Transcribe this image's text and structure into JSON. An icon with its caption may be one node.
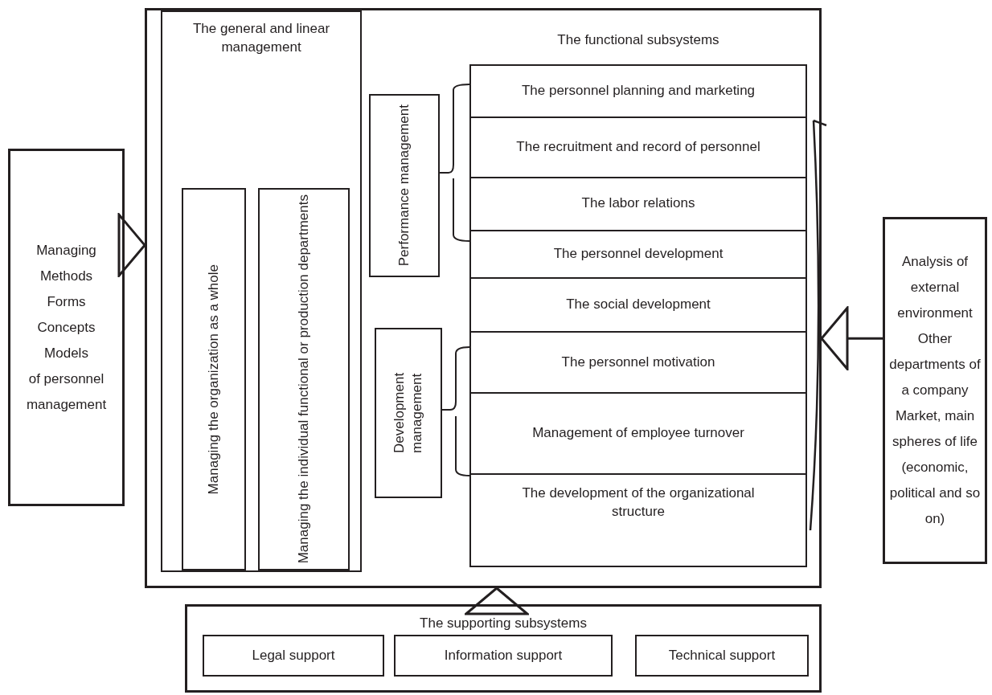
{
  "diagram": {
    "nodes": [
      {
        "text": [],
        "shape": "box"
      },
      {
        "text": [
          "The general and linear management"
        ],
        "in": 0
      },
      {
        "text": [
          "Managing the organization as a whole"
        ],
        "in": 1
      },
      {
        "text": [
          "Managing the individual functional or production departments"
        ],
        "in": 1
      },
      {
        "text": [
          "The functional subsystems"
        ],
        "in": 0
      },
      {
        "text": [
          "The personnel planning and marketing"
        ],
        "in": 4
      },
      {
        "text": [
          "The recruitment and record of personnel"
        ],
        "in": 4
      },
      {
        "text": [
          "The labor relations"
        ],
        "in": 4
      },
      {
        "text": [
          "The personnel development"
        ],
        "in": 4
      },
      {
        "text": [
          "The social development"
        ],
        "in": 4
      },
      {
        "text": [
          "The personnel motivation"
        ],
        "in": 4
      },
      {
        "text": [
          "Management of employee turnover"
        ],
        "in": 4
      },
      {
        "text": [
          "The development of the organizational structure"
        ],
        "in": 4
      },
      {
        "text": [
          "Performance management"
        ],
        "in": 0
      },
      {
        "text": [
          "Development management"
        ],
        "in": 0
      },
      {
        "text": [
          "Managing",
          "Methods",
          "Forms",
          "Concepts",
          "Models",
          "of personnel management"
        ]
      },
      {
        "text": [
          "Analysis of external environment",
          "Other departments of a company",
          "Market, main spheres of life (economic, political and so on)"
        ]
      },
      {
        "text": [
          "The supporting subsystems"
        ]
      },
      {
        "text": [
          "Legal support"
        ],
        "in": 17
      },
      {
        "text": [
          "Information support"
        ],
        "in": 17
      },
      {
        "text": [
          "Technical support"
        ],
        "in": 17
      }
    ],
    "edges": [
      {
        "from": 15,
        "to": 0,
        "arrow": "to"
      },
      {
        "from": 16,
        "to": 0,
        "arrow": "to"
      },
      {
        "from": 17,
        "to": 0,
        "arrow": "to"
      }
    ]
  }
}
